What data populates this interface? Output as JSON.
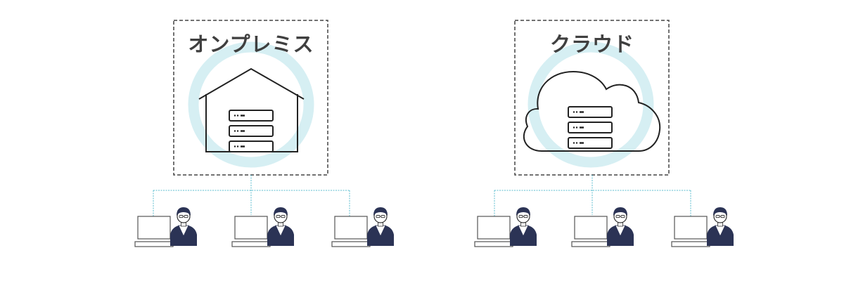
{
  "panels": [
    {
      "id": "onpremise",
      "title": "オンプレミス",
      "icon": "house-with-server-icon"
    },
    {
      "id": "cloud",
      "title": "クラウド",
      "icon": "cloud-with-server-icon"
    }
  ],
  "colors": {
    "halo": "#d6eff3",
    "connector": "#5bbccf",
    "line": "#222222",
    "frame": "#444444",
    "person_suit": "#2b3355",
    "title_text": "#3f3f3f"
  },
  "icons": [
    "server-rack-icon",
    "person-icon",
    "computer-icon"
  ]
}
